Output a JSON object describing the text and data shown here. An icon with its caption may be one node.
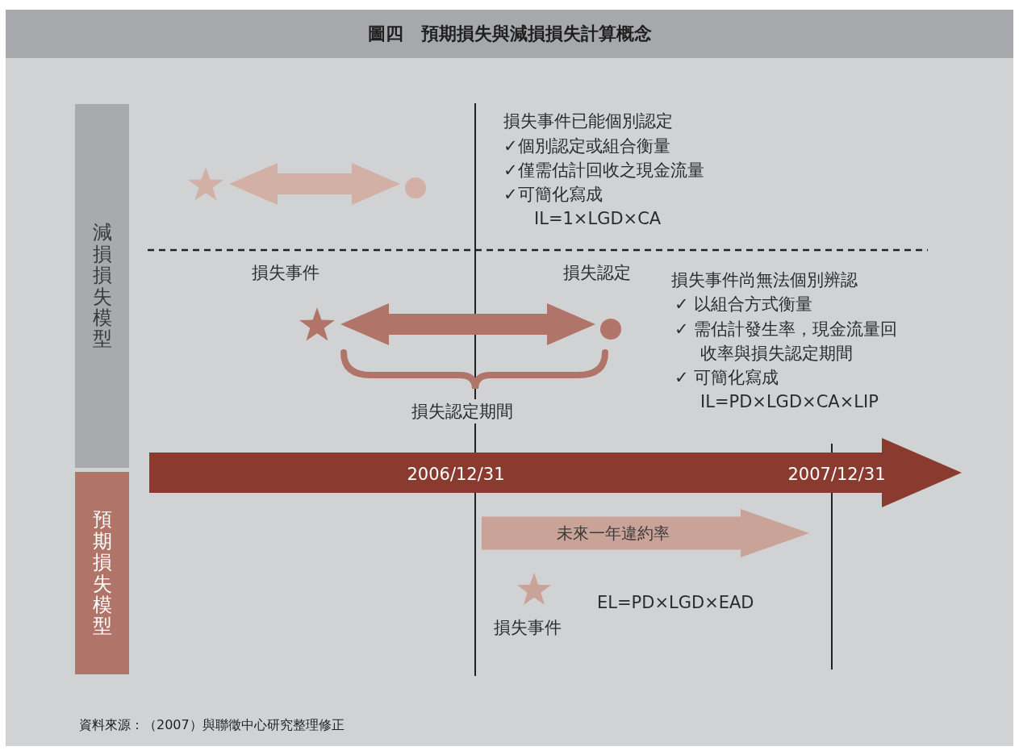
{
  "diagram": {
    "title": "圖四　預期損失與減損損失計算概念",
    "nodes": [
      {
        "text": [
          "減損損失模型"
        ]
      },
      {
        "text": [
          "預期損失模型"
        ]
      },
      {
        "text": [],
        "shape": "star"
      },
      {
        "text": [],
        "shape": "circle"
      },
      {
        "text": [],
        "shape": "star",
        "beside": [
          "損失事件"
        ]
      },
      {
        "text": [],
        "shape": "circle",
        "beside": [
          "損失認定"
        ]
      },
      {
        "text": [
          "2006/12/31",
          "2007/12/31"
        ]
      },
      {
        "text": [
          "未來一年違約率"
        ]
      },
      {
        "text": [],
        "shape": "star",
        "beside": [
          "損失事件"
        ]
      }
    ],
    "edges": [
      {
        "from": 2,
        "to": 3,
        "arrow": "both",
        "color": "#d3b0a5"
      },
      {
        "from": 4,
        "to": 5,
        "arrow": "both",
        "color": "#b07468"
      }
    ],
    "labels": [
      "損失事件已能個別認定",
      "✓個別認定或組合衡量",
      "✓僅需估計回收之現金流量",
      "✓可簡化寫成",
      "IL=1×LGD×CA",
      "損失事件尚無法個別辨認",
      "✓ 以組合方式衡量",
      "✓ 需估計發生率，現金流量回收率與損失認定期間",
      "✓ 可簡化寫成",
      "IL=PD×LGD×CA×LIP",
      "損失認定期間",
      "EL=PD×LGD×EAD"
    ],
    "caption": "資料來源：（2007）與聯徵中心研究整理修正"
  }
}
